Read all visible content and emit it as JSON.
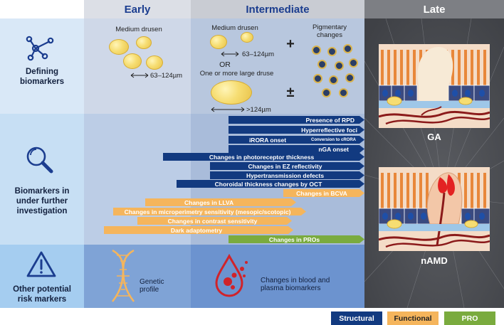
{
  "columns": {
    "early": "Early",
    "intermediate": "Intermediate",
    "late": "Late"
  },
  "rows": {
    "defining": "Defining biomarkers",
    "investigation": "Biomarkers in under further investigation",
    "other": "Other potential risk markers"
  },
  "defining_panel": {
    "early_label": "Medium drusen",
    "early_size": "63–124µm",
    "inter_label": "Medium drusen",
    "inter_size": "63–124µm",
    "or_text": "OR",
    "large_label": "One or more large druse",
    "large_size": ">124µm",
    "plus": "+",
    "plus_minus": "±",
    "pigment_label": "Pigmentary changes"
  },
  "bars": [
    {
      "label": "Presence of RPD",
      "kind": "structural"
    },
    {
      "label": "Hyperreflective foci",
      "kind": "structural"
    },
    {
      "label": "iRORA onset",
      "kind": "structural"
    },
    {
      "label": "Conversion to cRORA",
      "kind": "structural"
    },
    {
      "label": "nGA onset",
      "kind": "structural"
    },
    {
      "label": "Changes in photoreceptor thickness",
      "kind": "structural"
    },
    {
      "label": "Changes in EZ reflectivity",
      "kind": "structural"
    },
    {
      "label": "Hypertransmission defects",
      "kind": "structural"
    },
    {
      "label": "Choroidal thickness changes by OCT",
      "kind": "structural"
    },
    {
      "label": "Changes in BCVA",
      "kind": "functional"
    },
    {
      "label": "Changes in LLVA",
      "kind": "functional"
    },
    {
      "label": "Changes in microperimetry sensitivity (mesopic/scotopic)",
      "kind": "functional"
    },
    {
      "label": "Changes in contrast sensitivity",
      "kind": "functional"
    },
    {
      "label": "Dark adaptometry",
      "kind": "functional"
    },
    {
      "label": "Changes in PROs",
      "kind": "pro"
    }
  ],
  "other_panel": {
    "genetic": "Genetic profile",
    "blood": "Changes in blood and plasma biomarkers"
  },
  "late_labels": {
    "ga": "GA",
    "namd": "nAMD"
  },
  "legend": {
    "structural": "Structural",
    "functional": "Functional",
    "pro": "PRO"
  },
  "colors": {
    "structural": "#123a80",
    "functional": "#f5b55c",
    "pro": "#7aab3e",
    "heading": "#1b3d8f"
  }
}
